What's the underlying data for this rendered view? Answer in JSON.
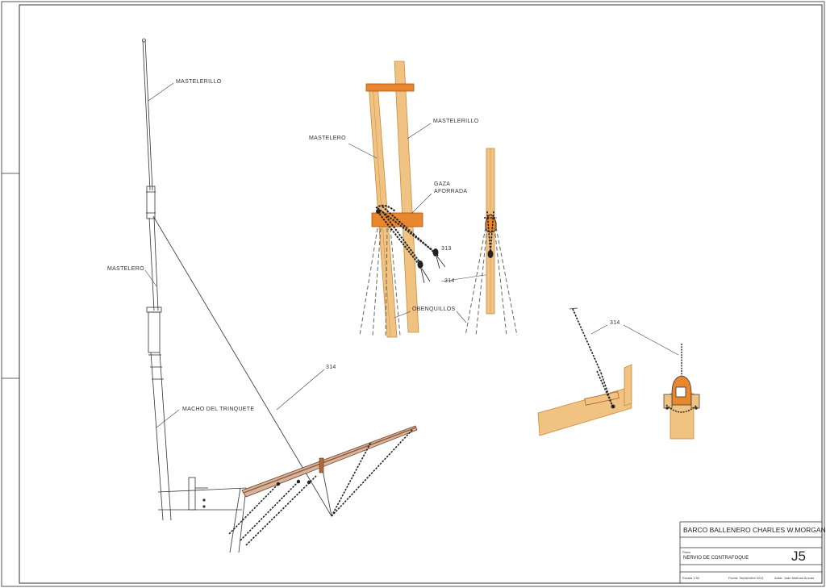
{
  "colors": {
    "wood": "#f0c383",
    "wood_dark": "#e8872e",
    "line": "#333333",
    "rope": "#222222",
    "boom": "#8b5a3c"
  },
  "labels": {
    "mastelerillo_1": "MASTELERILLO",
    "mastelero_1": "MASTELERO",
    "macho": "MACHO DEL TRINQUETE",
    "n314_1": "314",
    "mastelero_2": "MASTELERO",
    "mastelerillo_2": "MASTELERILLO",
    "gaza_line1": "GAZA",
    "gaza_line2": "AFORRADA",
    "n313": "313",
    "n314_2": "314",
    "obenquillos": "OBENQUILLOS",
    "n314_3": "314"
  },
  "title_block": {
    "title": "BARCO BALLENERO CHARLES W.MORGAN",
    "plano_label": "Plano",
    "drawing_name": "NERVIO DE CONTRAFOQUE",
    "sheet_number": "J5",
    "scale": "Escala 1:50",
    "date": "Fecha: Septiembre 2011",
    "author": "Autor: Juan Mañosa Arocas"
  }
}
